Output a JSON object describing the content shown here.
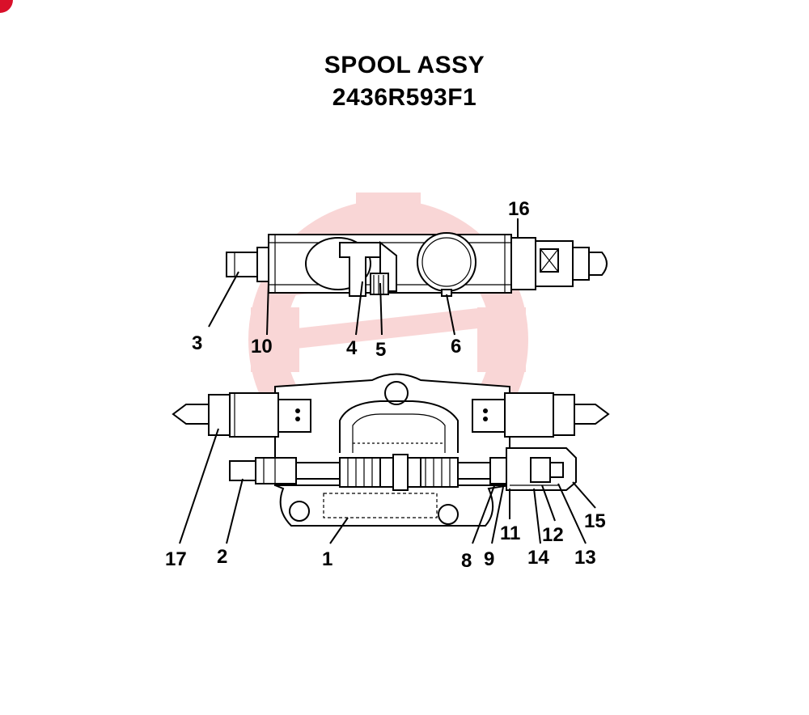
{
  "title": "SPOOL ASSY",
  "part_number": "2436R593F1",
  "colors": {
    "line": "#000000",
    "watermark": "#f5b5b5",
    "badge": "#d9102a"
  },
  "callouts": [
    {
      "id": "c3",
      "text": "3"
    },
    {
      "id": "c10",
      "text": "10"
    },
    {
      "id": "c4",
      "text": "4"
    },
    {
      "id": "c5",
      "text": "5"
    },
    {
      "id": "c6",
      "text": "6"
    },
    {
      "id": "c16",
      "text": "16"
    },
    {
      "id": "c17",
      "text": "17"
    },
    {
      "id": "c2",
      "text": "2"
    },
    {
      "id": "c1",
      "text": "1"
    },
    {
      "id": "c8",
      "text": "8"
    },
    {
      "id": "c9",
      "text": "9"
    },
    {
      "id": "c11",
      "text": "11"
    },
    {
      "id": "c14",
      "text": "14"
    },
    {
      "id": "c12",
      "text": "12"
    },
    {
      "id": "c13",
      "text": "13"
    },
    {
      "id": "c15",
      "text": "15"
    }
  ]
}
